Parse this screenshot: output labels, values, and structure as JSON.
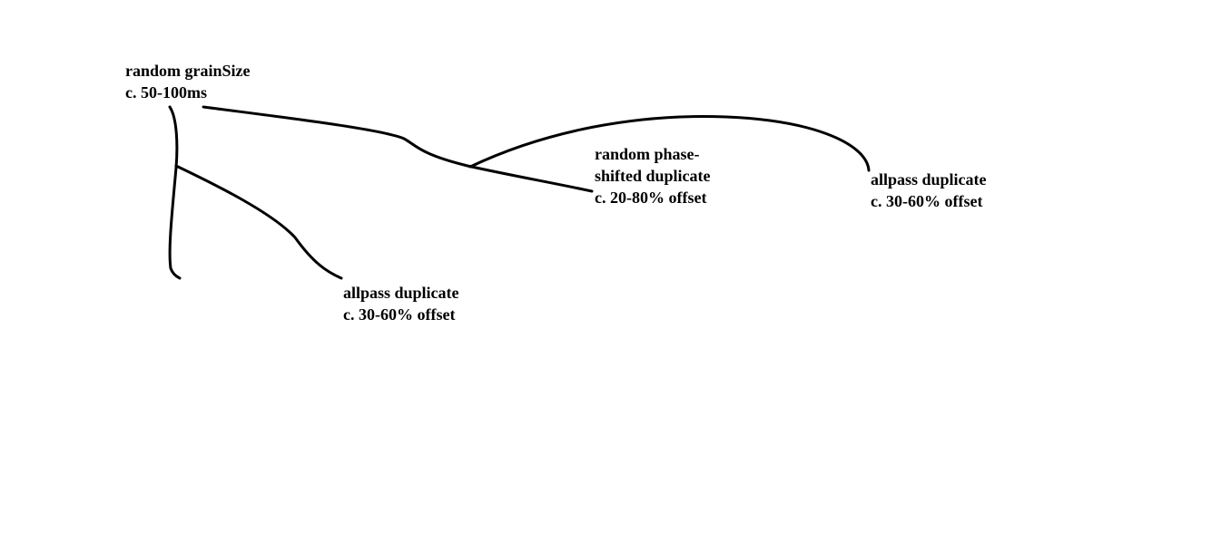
{
  "nodes": {
    "root": {
      "line1": "random grainSize",
      "line2": "c. 50-100ms"
    },
    "phase_shift": {
      "line1": "random phase-",
      "line2": "shifted duplicate",
      "line3": "c. 20-80% offset"
    },
    "allpass_right": {
      "line1": "allpass duplicate",
      "line2": "c. 30-60% offset"
    },
    "allpass_low": {
      "line1": "allpass duplicate",
      "line2": "c. 30-60% offset"
    }
  },
  "colors": {
    "background": "#ffffff",
    "ink": "#000000"
  }
}
